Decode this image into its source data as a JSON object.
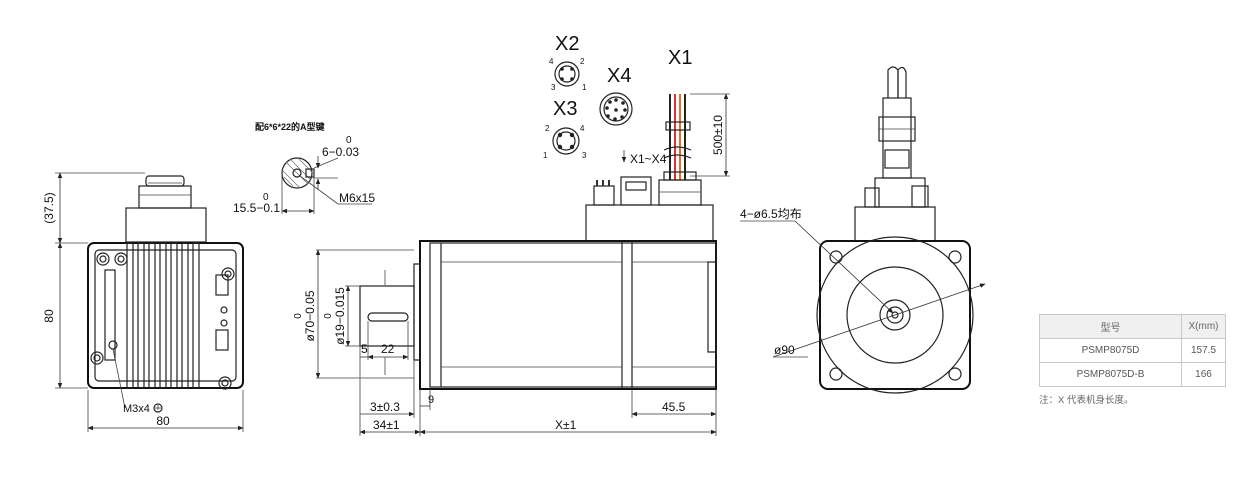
{
  "left_view": {
    "height_37_5": "(37.5)",
    "height_80": "80",
    "width_80": "80",
    "screw": "M3x4"
  },
  "key_section": {
    "title": "配6*6*22的A型键",
    "tol_top": "0",
    "key_width": "6−0.03",
    "tol_bottom": "0",
    "key_depth": "15.5−0.1",
    "thread": "M6x15"
  },
  "connectors": {
    "x2": "X2",
    "x3": "X3",
    "x4": "X4",
    "x1": "X1",
    "x2_pins": [
      "4",
      "2",
      "3",
      "1"
    ],
    "x3_pins": [
      "2",
      "4",
      "1",
      "3"
    ],
    "cable_len": "500±10",
    "cable_label": "X1~X4"
  },
  "side_view": {
    "flange_dia_tol": "0",
    "flange_dia": "ø70−0.05",
    "shaft_dia_tol": "0",
    "shaft_dia": "ø19−0.015",
    "key_offset": "5",
    "key_len": "22",
    "shoulder": "3±0.3",
    "flange_thk": "9",
    "shaft_len": "34±1",
    "rear_len": "45.5",
    "body_len": "X±1"
  },
  "front_view": {
    "holes": "4−ø6.5均布",
    "pcd": "ø90"
  },
  "table": {
    "headers": [
      "型号",
      "X(mm)"
    ],
    "rows": [
      [
        "PSMP8075D",
        "157.5"
      ],
      [
        "PSMP8075D-B",
        "166"
      ]
    ],
    "note": "注：X 代表机身长度。"
  }
}
